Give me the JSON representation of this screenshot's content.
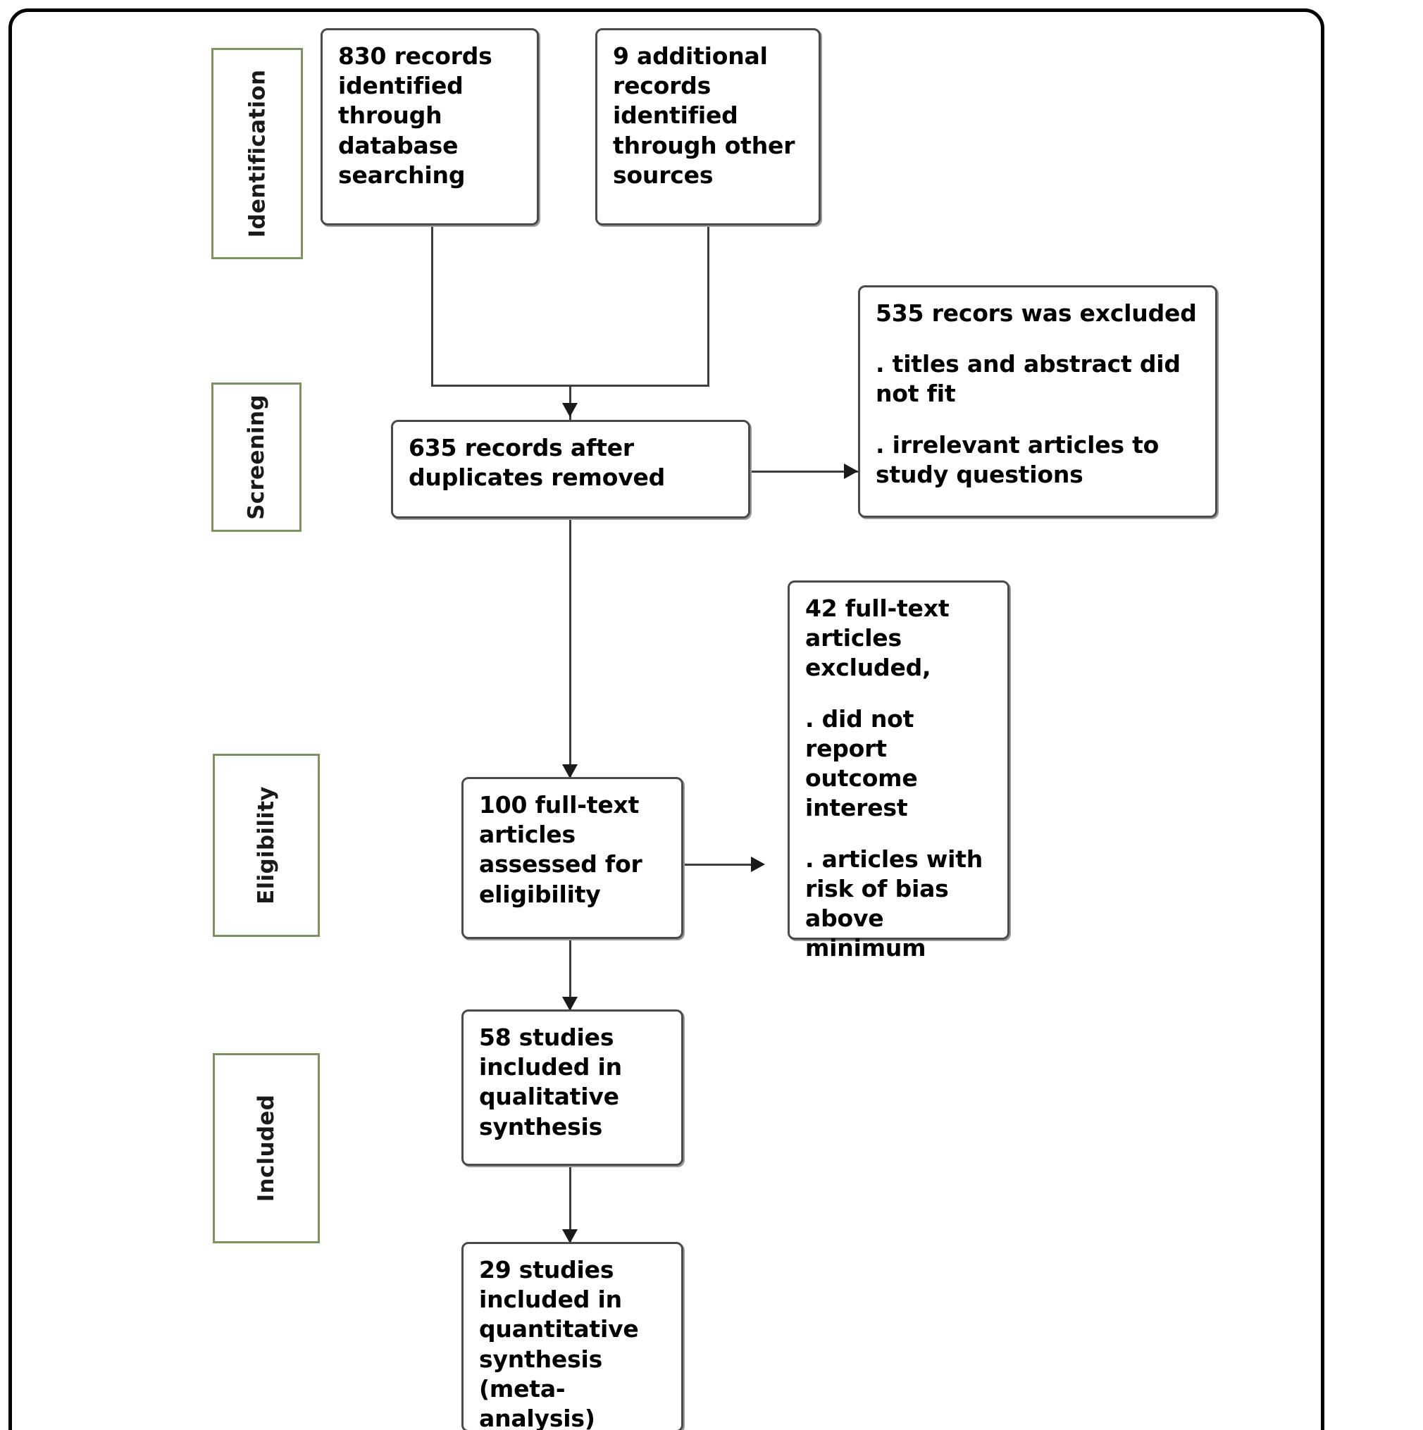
{
  "diagram": {
    "type": "prisma-flow-diagram",
    "stages": [
      {
        "id": "identification",
        "label": "Identification"
      },
      {
        "id": "screening",
        "label": "Screening"
      },
      {
        "id": "eligibility",
        "label": "Eligibility"
      },
      {
        "id": "included",
        "label": "Included"
      }
    ],
    "nodes": {
      "database_records": {
        "name": "records-identified-through-database-searching",
        "lines": [
          "830 records identified through database searching"
        ],
        "count": 830
      },
      "other_records": {
        "name": "additional-records-identified-through-other-sources",
        "lines": [
          "9 additional records identified through other sources"
        ],
        "count": 9
      },
      "after_duplicates": {
        "name": "records-after-duplicates-removed",
        "lines": [
          "635 records after duplicates removed"
        ],
        "count": 635
      },
      "records_excluded": {
        "name": "records-excluded",
        "lines": [
          "535 recors was excluded",
          ". titles and abstract did not fit",
          ". irrelevant articles to study questions"
        ],
        "count": 535
      },
      "fulltext_assessed": {
        "name": "full-text-articles-assessed-for-eligibility",
        "lines": [
          "100 full-text articles assessed for eligibility"
        ],
        "count": 100
      },
      "fulltext_excluded": {
        "name": "full-text-articles-excluded",
        "lines": [
          "42 full-text articles excluded,",
          ". did not report outcome interest",
          ". articles with risk of bias above minimum"
        ],
        "count": 42
      },
      "qualitative": {
        "name": "studies-included-in-qualitative-synthesis",
        "lines": [
          "58 studies included in qualitative synthesis"
        ],
        "count": 58
      },
      "quantitative": {
        "name": "studies-included-in-quantitative-synthesis",
        "lines": [
          "29 studies included in quantitative synthesis (meta-analysis)"
        ],
        "count": 29
      }
    },
    "colors": {
      "stage_border": "#7e9163",
      "node_border": "#4a4a4a",
      "connector": "#3d3d3d",
      "page_frame": "#000000",
      "background": "#ffffff"
    }
  }
}
